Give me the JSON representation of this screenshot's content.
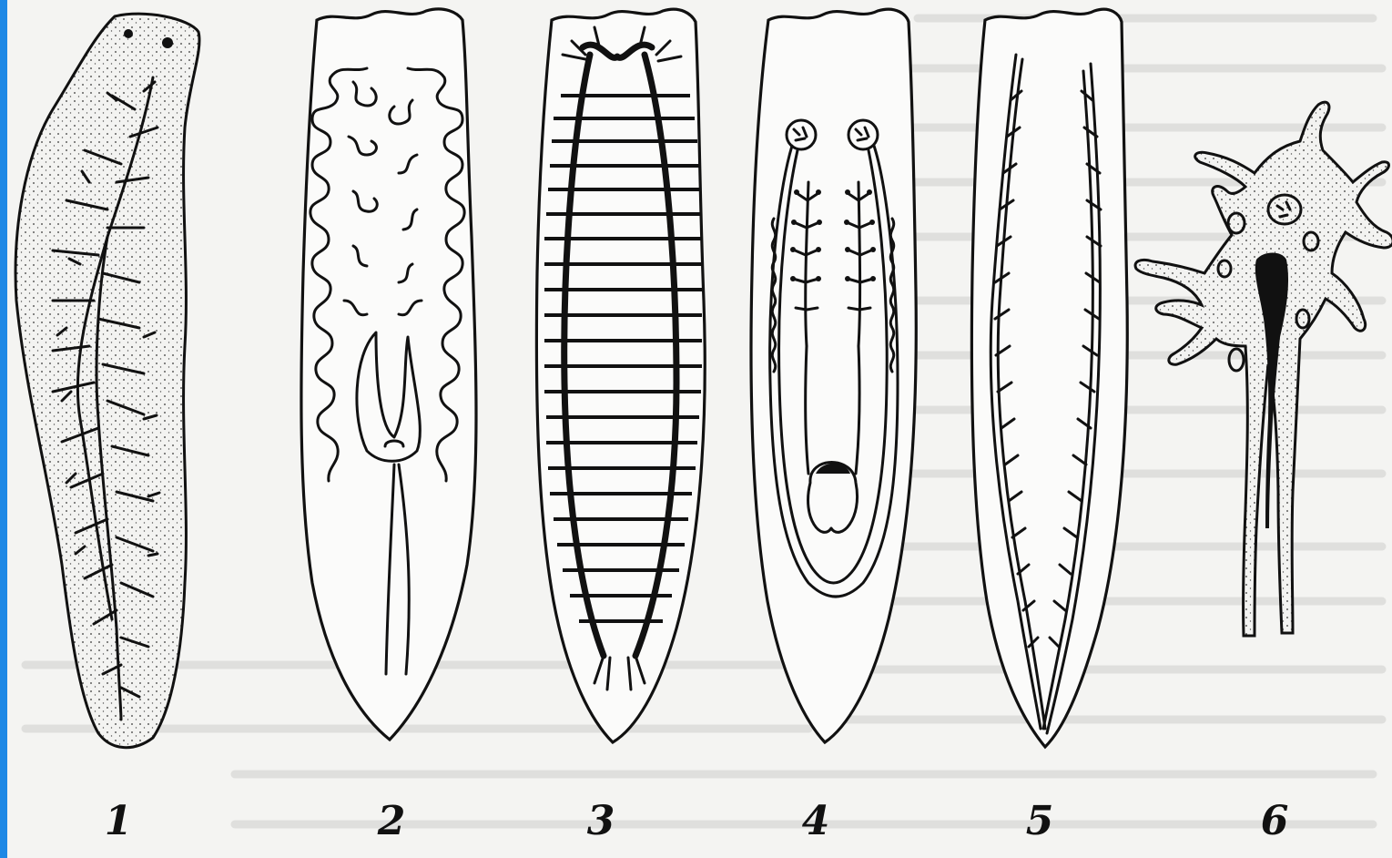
{
  "figure": {
    "labels": [
      "1",
      "2",
      "3",
      "4",
      "5",
      "6"
    ],
    "colors": {
      "ink": "#111111",
      "paper": "#f4f4f2",
      "edge": "#1e88e5"
    },
    "panels": [
      {
        "label": "1",
        "icon": "speckled-flatworm-branched-gut"
      },
      {
        "label": "2",
        "icon": "flatworm-convoluted-branches"
      },
      {
        "label": "3",
        "icon": "flatworm-ladder-nervous-system"
      },
      {
        "label": "4",
        "icon": "flatworm-paired-organs"
      },
      {
        "label": "5",
        "icon": "flatworm-lateral-canals"
      },
      {
        "label": "6",
        "icon": "branched-cell"
      }
    ]
  }
}
